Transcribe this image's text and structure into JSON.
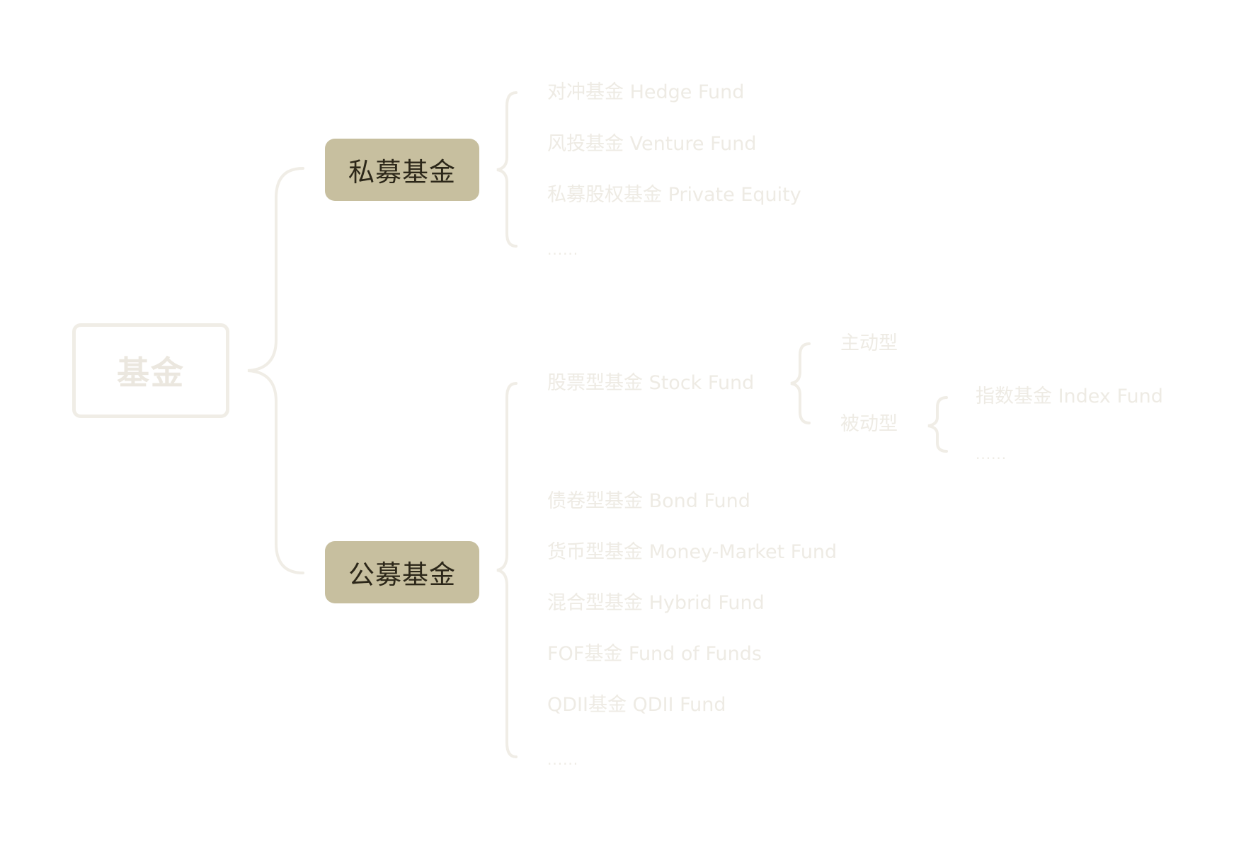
{
  "root": {
    "label": "基金"
  },
  "branches": {
    "private": {
      "label": "私募基金",
      "items": [
        "对冲基金 Hedge Fund",
        "风投基金 Venture Fund",
        "私募股权基金 Private Equity",
        "......"
      ]
    },
    "public": {
      "label": "公募基金",
      "stock": {
        "label": "股票型基金 Stock Fund",
        "active": "主动型",
        "passive": {
          "label": "被动型",
          "items": [
            "指数基金 Index Fund",
            "......"
          ]
        }
      },
      "items": [
        "债卷型基金 Bond Fund",
        "货币型基金 Money-Market Fund",
        "混合型基金 Hybrid Fund",
        "FOF基金 Fund of Funds",
        "QDII基金 QDII Fund",
        "......"
      ]
    }
  },
  "colors": {
    "branch_fill": "#c7bf9f",
    "branch_text": "#2c2719",
    "faded_line": "#f0ede6",
    "faded_text": "#eeebe4"
  }
}
